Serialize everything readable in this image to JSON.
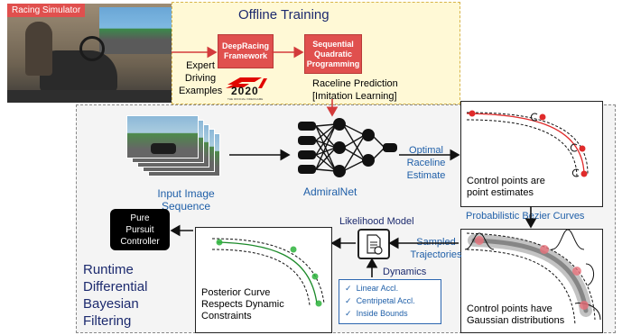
{
  "offline": {
    "photo_label": "Racing Simulator",
    "title": "Offline Training",
    "expert_text": [
      "Expert",
      "Driving",
      "Examples"
    ],
    "box_deepracing": [
      "DeepRacing",
      "Framework"
    ],
    "box_sqp": [
      "Sequential",
      "Quadratic",
      "Programming"
    ],
    "f1_logo": "2020",
    "f1_subtitle": "THE OFFICIAL VIDEOGAME",
    "raceline_pred": [
      "Raceline Prediction",
      "[Imitation Learning]"
    ]
  },
  "runtime": {
    "input_label": [
      "Input Image",
      "Sequence"
    ],
    "network_label": "AdmiralNet",
    "optimal_label": [
      "Optimal",
      "Raceline",
      "Estimate"
    ],
    "control_points_text": [
      "Control points are",
      "point estimates"
    ],
    "probabilistic_label": "Probabilistic Bezier Curves",
    "gaussian_text": [
      "Control points have",
      "Gaussian distributions"
    ],
    "sampled_label": [
      "Sampled",
      "Trajectories"
    ],
    "likelihood_label": "Likelihood Model",
    "dynamics_label": "Dynamics",
    "dynamics_items": [
      "Linear Accl.",
      "Centripetal Accl.",
      "Inside Bounds"
    ],
    "posterior_text": [
      "Posterior Curve",
      "Respects Dynamic",
      "Constraints"
    ],
    "controller_label": [
      "Pure",
      "Pursuit",
      "Controller"
    ],
    "runtime_title": [
      "Runtime",
      "Differential",
      "Bayesian",
      "Filtering"
    ]
  },
  "colors": {
    "offline_bg": "#fff9d6",
    "runtime_bg": "#f4f4f4",
    "red_box": "#e0504e",
    "arrow_red": "#d33b3b",
    "label_blue": "#1f5fa8",
    "title_navy": "#1c2a6e"
  }
}
